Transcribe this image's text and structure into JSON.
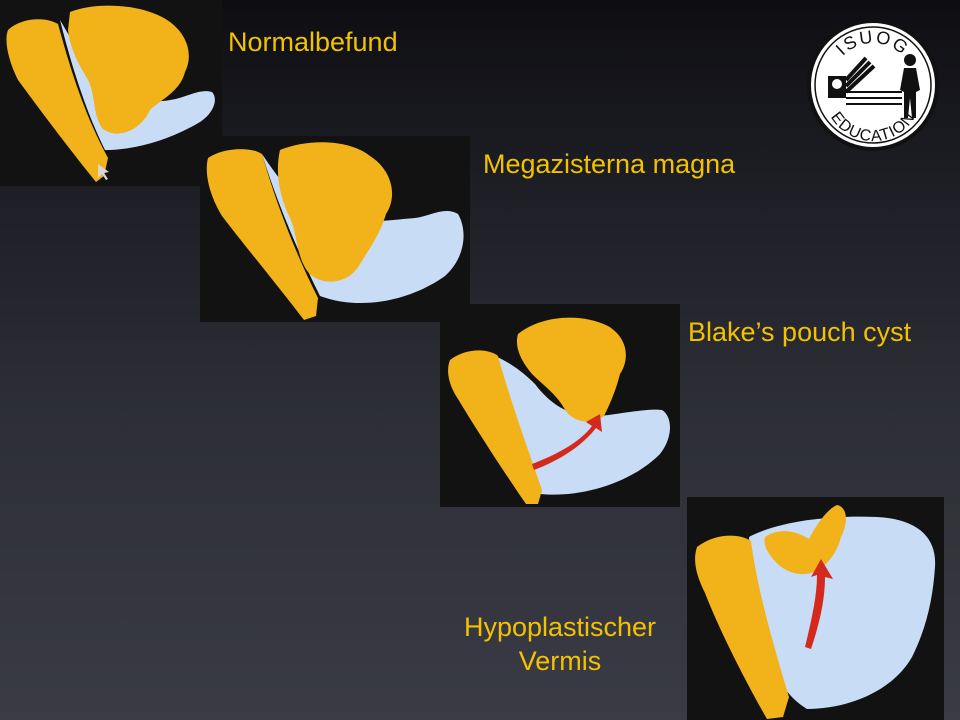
{
  "labels": {
    "normal": "Normalbefund",
    "megacisterna": "Megazisterna magna",
    "blake": "Blake’s pouch cyst",
    "hypoplastic_line1": "Hypoplastischer",
    "hypoplastic_line2": "Vermis"
  },
  "logo": {
    "text_top": "ISUOG",
    "text_bottom": "EDUCATION"
  },
  "colors": {
    "brain_yellow": "#f2b21a",
    "csf_blue": "#c8dcf5",
    "arrow_red": "#d42a1e",
    "label_yellow": "#f2c200",
    "panel_bg": "#111111"
  },
  "icons": {
    "cursor": "cursor-arrow-icon",
    "logo": "isuog-education-logo"
  }
}
